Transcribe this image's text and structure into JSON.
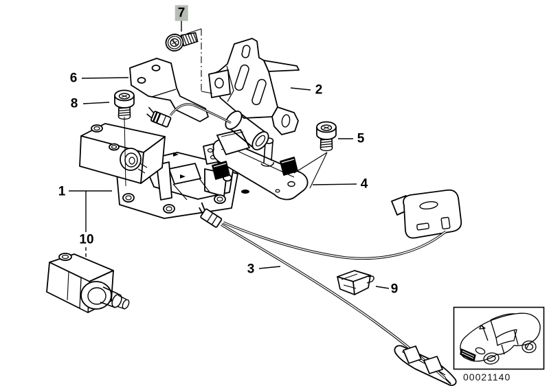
{
  "canvas": {
    "background_color": "#ffffff",
    "line_color": "#000000"
  },
  "callouts": [
    {
      "label": "1",
      "selected": false
    },
    {
      "label": "2",
      "selected": false
    },
    {
      "label": "3",
      "selected": false
    },
    {
      "label": "4",
      "selected": false
    },
    {
      "label": "5",
      "selected": false
    },
    {
      "label": "6",
      "selected": false
    },
    {
      "label": "7",
      "selected": true
    },
    {
      "label": "8",
      "selected": false
    },
    {
      "label": "9",
      "selected": false
    },
    {
      "label": "10",
      "selected": false
    }
  ],
  "highlight": {
    "color": "#b7bcb7"
  },
  "inset": {
    "drawing_number": "00021140"
  }
}
